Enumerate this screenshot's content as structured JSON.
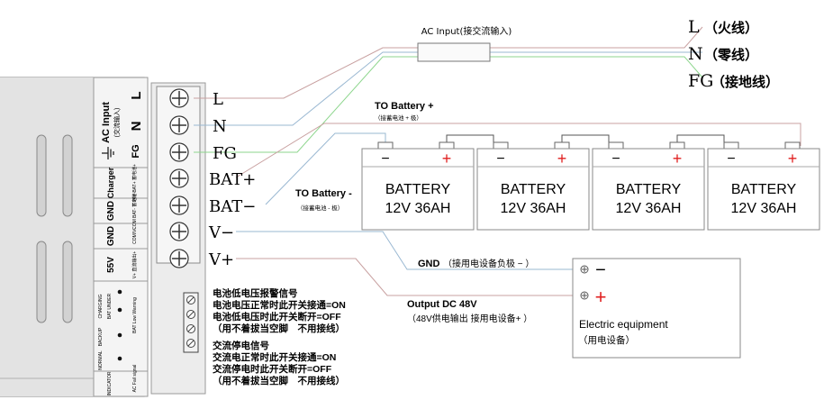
{
  "ac_input": {
    "label": "AC Input(接交流输入)",
    "lines": [
      {
        "letter": "L",
        "cn": "（火线）"
      },
      {
        "letter": "N",
        "cn": "（零线）"
      },
      {
        "letter": "FG",
        "cn": "（接地线）"
      }
    ]
  },
  "terminals": [
    {
      "id": "L",
      "label": "L"
    },
    {
      "id": "N",
      "label": "N"
    },
    {
      "id": "FG",
      "label": "FG"
    },
    {
      "id": "BATP",
      "label": "BAT+"
    },
    {
      "id": "BATN",
      "label": "BAT−"
    },
    {
      "id": "VN",
      "label": "V−"
    },
    {
      "id": "VP",
      "label": "V+"
    }
  ],
  "side_panel": {
    "ac_input": "AC Input",
    "ac_input_cn": "(交流输入)",
    "l": "L",
    "n": "N",
    "fg": "FG",
    "charger": "Charger",
    "charger_sub": "24V BAT+ 蓄电池+",
    "gnd1": "GND",
    "gnd1_sub": "COM BAT- 蓄电池-",
    "gnd2": "GND",
    "gnd2_sub": "COM/V-",
    "v55": "55V",
    "v55_sub": "V+ 直流输出+",
    "charging": "CHARGING",
    "bat_under": "BAT UNDER",
    "backup": "BACKUP",
    "bat_low": "BAT Low Warning",
    "normal": "NORMAL",
    "indicator": "INDICATOR",
    "ac_fail": "AC Fail signal"
  },
  "battery": {
    "to_plus": "TO Battery +",
    "to_plus_cn": "（接蓄电池 + 极）",
    "to_minus": "TO Battery -",
    "to_minus_cn": "（接蓄电池 - 极）",
    "units": [
      {
        "name": "BATTERY",
        "spec": "12V 36AH"
      },
      {
        "name": "BATTERY",
        "spec": "12V 36AH"
      },
      {
        "name": "BATTERY",
        "spec": "12V 36AH"
      },
      {
        "name": "BATTERY",
        "spec": "12V 36AH"
      }
    ],
    "minus_symbol": "−",
    "plus_symbol": "+"
  },
  "output": {
    "gnd": "GND",
    "gnd_cn": "（接用电设备负极 − ）",
    "dc": "Output DC 48V",
    "dc_cn": "（48V供电输出 接用电设备+ ）"
  },
  "equipment": {
    "minus": "−",
    "plus": "+",
    "name": "Electric equipment",
    "name_cn": "（用电设备）"
  },
  "signals": {
    "bat_low": [
      "电池低电压报警信号",
      "电池电压正常时此开关接通=ON",
      "电池低电压时此开关断开=OFF",
      "（用不着拔当空脚　不用接线）"
    ],
    "ac_fail": [
      "交流停电信号",
      "交流电正常时此开关接通=ON",
      "交流停电时此开关断开=OFF",
      "（用不着拔当空脚　不用接线）"
    ]
  }
}
